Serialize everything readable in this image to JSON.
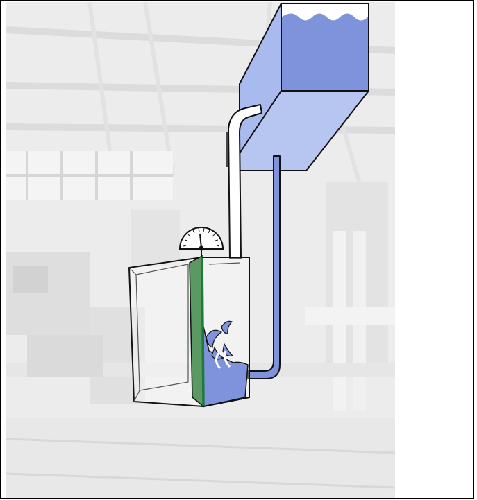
{
  "scene": {
    "background": "faded-workshop-photo",
    "colors": {
      "water": "#7e93dc",
      "water_light": "#b7c6f0",
      "reservoir_side": "#a9bbee",
      "divider": "#5a9a62",
      "divider_edge": "#1f7a3a",
      "outline": "#111111",
      "photo_tint": "#eeeeee"
    }
  },
  "components": {
    "reservoir": {
      "icon": "elevated-water-tank",
      "fill_level": 0.9
    },
    "pressure_gauge": {
      "icon": "dial-gauge",
      "needle_reading": 0.5
    },
    "tank": {
      "icon": "glass-tank-with-divider",
      "water_level": 0.45
    },
    "supply_pipe": {
      "icon": "blue-feed-pipe"
    },
    "vent_pipe": {
      "icon": "white-vent-pipe"
    }
  }
}
